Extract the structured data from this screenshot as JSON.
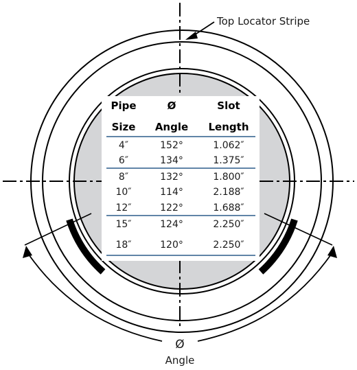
{
  "callout": {
    "top_label": "Top Locator Stripe"
  },
  "angle_label": {
    "symbol": "Ø",
    "text": "Angle"
  },
  "table": {
    "headers": [
      {
        "line1": "Pipe",
        "line2": "Size"
      },
      {
        "line1": "Ø",
        "line2": "Angle"
      },
      {
        "line1": "Slot",
        "line2": "Length"
      }
    ],
    "rows": [
      {
        "size": "4″",
        "angle": "152°",
        "slot": "1.062″"
      },
      {
        "size": "6″",
        "angle": "134°",
        "slot": "1.375″"
      },
      {
        "size": "8″",
        "angle": "132°",
        "slot": "1.800″"
      },
      {
        "size": "10″",
        "angle": "114°",
        "slot": "2.188″"
      },
      {
        "size": "12″",
        "angle": "122°",
        "slot": "1.688″"
      },
      {
        "size": "15″",
        "angle": "124°",
        "slot": "2.250″"
      },
      {
        "size": "18″",
        "angle": "120°",
        "slot": "2.250″"
      }
    ]
  },
  "colors": {
    "pipe_fill": "#d4d5d7",
    "rule": "#2b5c8a",
    "stroke": "#000000"
  }
}
